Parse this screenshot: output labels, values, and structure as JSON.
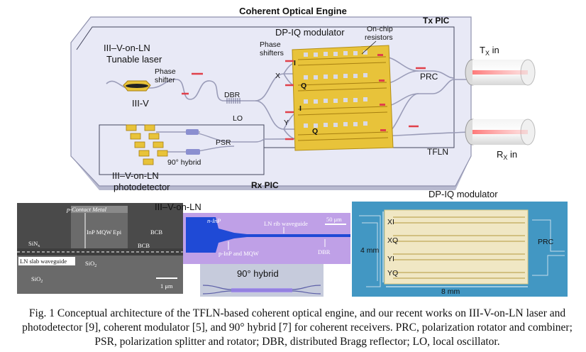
{
  "figure": {
    "title": "Coherent Optical Engine",
    "labels": {
      "tx_pic": "Tx PIC",
      "rx_pic": "Rx PIC",
      "dp_iq_modulator": "DP-IQ modulator",
      "on_chip_resistors_1": "On-chip",
      "on_chip_resistors_2": "resistors",
      "laser_1": "III–V-on-LN",
      "laser_2": "Tunable laser",
      "phase_shifter_1": "Phase",
      "phase_shifter_2": "shifter",
      "phase_shifters_1": "Phase",
      "phase_shifters_2": "shifters",
      "iii_v": "III-V",
      "dbr": "DBR",
      "lo": "LO",
      "psr": "PSR",
      "hybrid": "90° hybrid",
      "x": "X",
      "y": "Y",
      "i1": "I",
      "q1": "Q",
      "i2": "I",
      "q2": "Q",
      "prc": "PRC",
      "tfln": "TFLN",
      "tx_in": "T",
      "tx_sub": "X",
      "tx_in_suffix": " in",
      "rx_in": "R",
      "rx_sub": "X",
      "rx_in_suffix": " in",
      "photodetector_1": "III–V-on-LN",
      "photodetector_2": "photodetector"
    }
  },
  "panels": {
    "sem": {
      "p_contact": "p-Contact Metal",
      "inp_mqw": "InP MQW Epi",
      "bcb1": "BCB",
      "bcb2": "BCB",
      "sinx": "SiN",
      "sinx_sub": "x",
      "ln_slab": "LN slab waveguide",
      "sio2_1": "SiO",
      "sio2_1_sub": "2",
      "sio2_2": "SiO",
      "sio2_2_sub": "2",
      "scale": "1 μm"
    },
    "laser": {
      "title": "III–V-on-LN",
      "n_inp": "n-InP",
      "p_inp": "p-InP and MQW",
      "ln_rib": "LN rib waveguide",
      "dbr": "DBR",
      "scale": "50 μm"
    },
    "hybrid": {
      "title": "90° hybrid"
    },
    "modulator": {
      "title": "DP-IQ modulator",
      "xi": "XI",
      "xq": "XQ",
      "yi": "YI",
      "yq": "YQ",
      "prc": "PRC",
      "dim_v": "4 mm",
      "dim_h": "8 mm"
    }
  },
  "caption": "Fig. 1 Conceptual architecture of the TFLN-based coherent optical engine, and our recent works on III-V-on-LN laser and photodetector [9], coherent modulator [5], and 90° hybrid [7] for coherent receivers. PRC, polarization rotator and combiner; PSR, polarization splitter and rotator; DBR, distributed Bragg reflector; LO, local oscillator.",
  "colors": {
    "chip_fill": "#e8e9f6",
    "chip_side": "#b7b9cf",
    "electrode_gold": "#e8c33a",
    "heater_red": "#e0404a",
    "waveguide": "#9a9cb8",
    "laser_panel": "#b69be6",
    "sem_bg": "#5b5b5b",
    "micro_bg": "#3c8fc0"
  }
}
